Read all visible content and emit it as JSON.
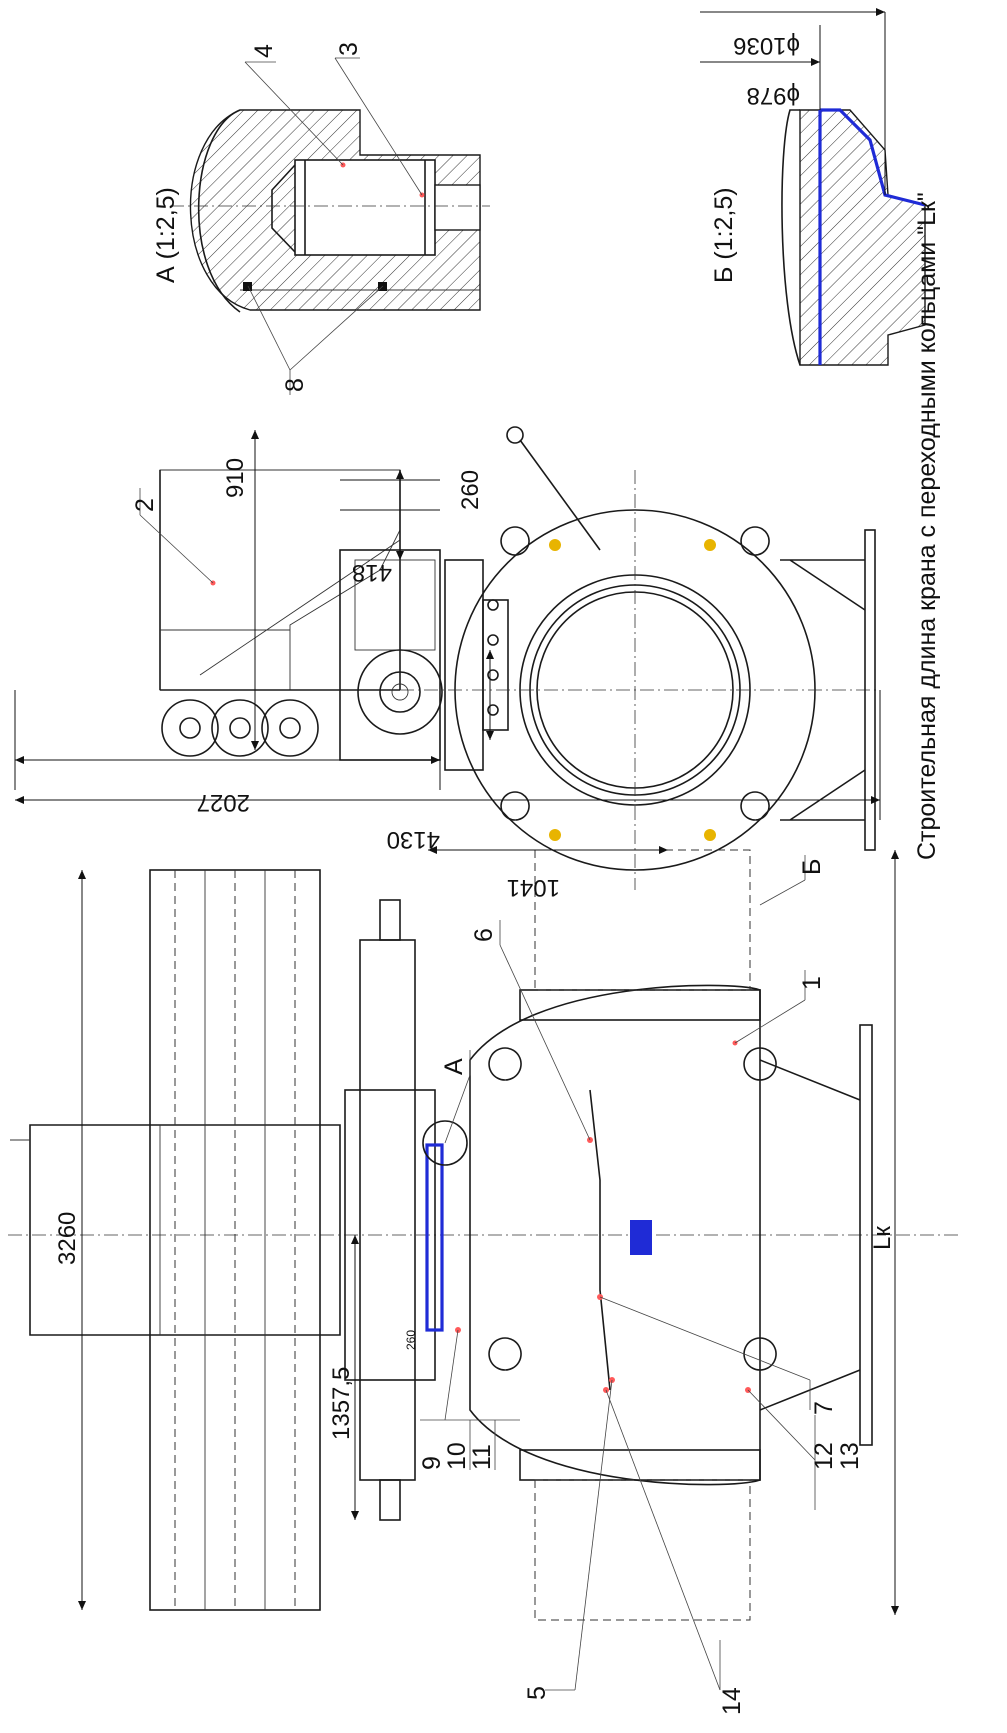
{
  "dimensions": {
    "d4130": "4130",
    "d2027": "2027",
    "d910": "910",
    "d418": "418",
    "d260a": "260",
    "d260b": "260",
    "d1041": "1041",
    "d3260": "3260",
    "d1357": "1357,5",
    "lk": "Lк",
    "phi978": "ϕ978",
    "phi1036": "ϕ1036"
  },
  "views": {
    "a_title": "А (1:2,5)",
    "b_title": "Б (1:2,5)",
    "a_ref": "А",
    "b_ref": "Б"
  },
  "positions": [
    "1",
    "2",
    "3",
    "4",
    "5",
    "6",
    "7",
    "8",
    "9",
    "10",
    "11",
    "12",
    "13",
    "14"
  ],
  "caption": "Строительная длина крана с переходными кольцами \"Lк\"",
  "colors": {
    "accent_blue": "#1f2bd6",
    "marker_red": "#ff5a5a"
  }
}
